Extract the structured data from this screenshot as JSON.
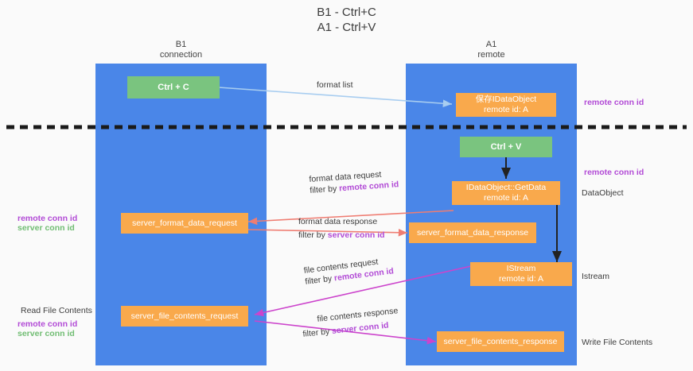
{
  "title": {
    "line1": "B1 - Ctrl+C",
    "line2": "A1 - Ctrl+V"
  },
  "columns": [
    {
      "name": "B1",
      "role": "connection"
    },
    {
      "name": "A1",
      "role": "remote"
    }
  ],
  "boxes": {
    "ctrl_c": "Ctrl + C",
    "ctrl_v": "Ctrl + V",
    "idataobject_store_l1": "保存IDataObject",
    "idataobject_store_l2": "remote id: A",
    "getdata_l1": "IDataObject::GetData",
    "getdata_l2": "remote id: A",
    "istream_l1": "IStream",
    "istream_l2": "remote id: A",
    "server_format_data_request": "server_format_data_request",
    "server_format_data_response": "server_format_data_response",
    "server_file_contents_request": "server_file_contents_request",
    "server_file_contents_response": "server_file_contents_response"
  },
  "edges": {
    "format_list": "format list",
    "format_data_request": "format data request",
    "format_data_request_filter_prefix": "filter by ",
    "format_data_request_filter_key": "remote conn id",
    "format_data_response": "format data response",
    "format_data_response_filter_prefix": "filter by ",
    "format_data_response_filter_key": "server conn id",
    "file_contents_request": "file contents request",
    "file_contents_request_filter_prefix": "filter by ",
    "file_contents_request_filter_key": "remote conn id",
    "file_contents_response": "file contents response",
    "file_contents_response_filter_prefix": "filter by ",
    "file_contents_response_filter_key": "server conn id"
  },
  "annotations": {
    "right_remote_conn_id_top": "remote conn id",
    "right_remote_conn_id_mid": "remote conn id",
    "right_dataobject": "DataObject",
    "right_istream": "Istream",
    "right_write_file_contents": "Write File Contents",
    "left_remote_conn_id": "remote conn id",
    "left_server_conn_id": "server conn id",
    "left_read_file_contents": "Read File Contents",
    "left_remote_conn_id_2": "remote conn id",
    "left_server_conn_id_2": "server conn id"
  },
  "colors": {
    "lane": "#4a86e8",
    "box_orange": "#f9a94c",
    "box_green": "#7ac47f",
    "accent_purple": "#b24bd6",
    "accent_green": "#71bd73",
    "arrow_blue": "#a8cdf0",
    "arrow_red": "#ef7d72",
    "arrow_magenta": "#cc44cc",
    "arrow_black": "#222222",
    "divider": "#1a1a1a",
    "background": "#fafafa"
  }
}
